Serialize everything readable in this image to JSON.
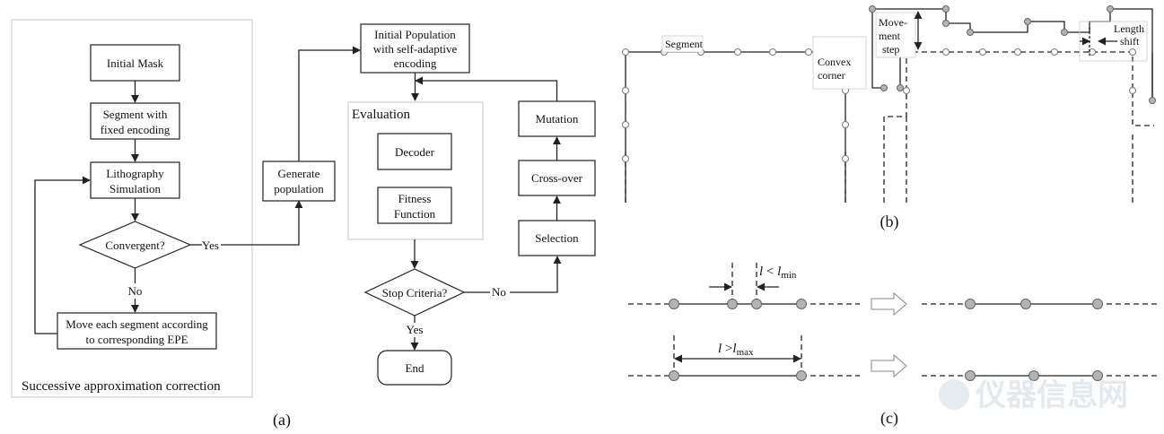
{
  "panel_a": {
    "caption": "(a)",
    "frame_label": "Successive approximation correction",
    "box_initial_mask": "Initial Mask",
    "box_segment_1": "Segment with",
    "box_segment_2": "fixed encoding",
    "box_litho_1": "Lithography",
    "box_litho_2": "Simulation",
    "decision_convergent": "Convergent?",
    "label_yes": "Yes",
    "label_no": "No",
    "box_move_1": "Move each segment according",
    "box_move_2": "to corresponding EPE",
    "box_generate_1": "Generate",
    "box_generate_2": "population",
    "box_init_pop_1": "Initial Population",
    "box_init_pop_2": "with self-adaptive",
    "box_init_pop_3": "encoding",
    "evaluation_title": "Evaluation",
    "box_decoder": "Decoder",
    "box_fitness_1": "Fitness",
    "box_fitness_2": "Function",
    "box_mutation": "Mutation",
    "box_crossover": "Cross-over",
    "box_selection": "Selection",
    "decision_stop": "Stop Criteria?",
    "label_stop_no": "No",
    "label_stop_yes": "Yes",
    "box_end": "End"
  },
  "panel_b": {
    "caption": "(b)",
    "label_segment": "Segment",
    "label_convex_1": "Convex",
    "label_convex_2": "corner",
    "label_movement_1": "Move-",
    "label_movement_2": "ment",
    "label_movement_3": "step",
    "label_length_1": "Length",
    "label_length_2": "shift"
  },
  "panel_c": {
    "caption": "(c)",
    "label_lmin_l": "l",
    "label_lmin_rel": " < ",
    "label_lmin_sym": "l",
    "label_lmin_sub": "min",
    "label_lmax_l": "l",
    "label_lmax_rel": " >",
    "label_lmax_sym": "l",
    "label_lmax_sub": "max"
  },
  "watermark": "仪器信息网"
}
